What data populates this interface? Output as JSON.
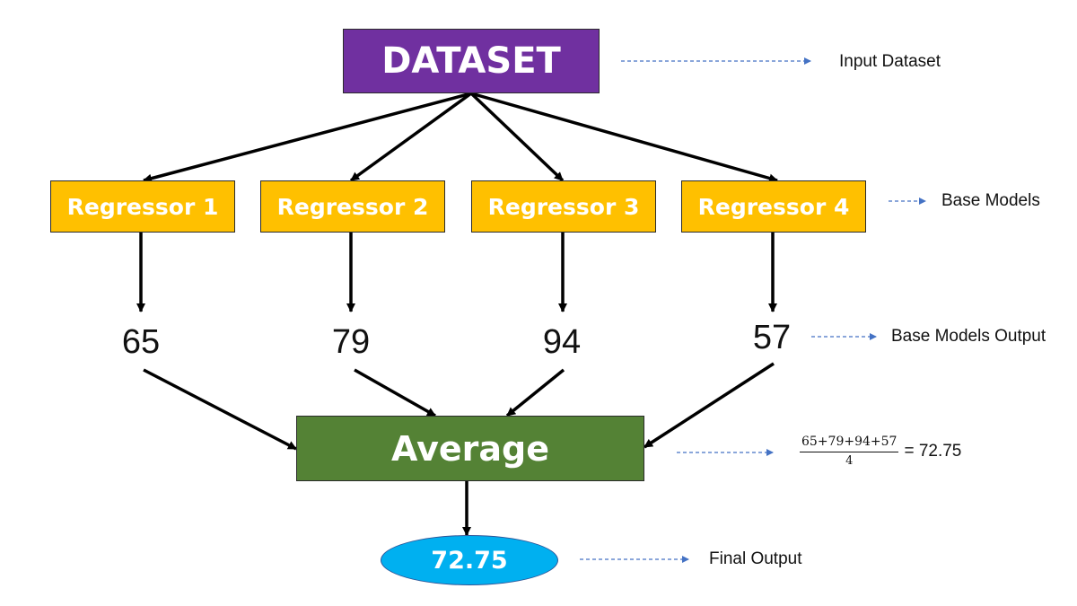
{
  "dataset": {
    "label": "DATASET"
  },
  "regressors": [
    {
      "label": "Regressor 1"
    },
    {
      "label": "Regressor 2"
    },
    {
      "label": "Regressor 3"
    },
    {
      "label": "Regressor 4"
    }
  ],
  "outputs": [
    "65",
    "79",
    "94",
    "57"
  ],
  "average": {
    "label": "Average"
  },
  "final": {
    "value": "72.75"
  },
  "side_labels": {
    "input": "Input Dataset",
    "base_models": "Base Models",
    "base_models_output": "Base Models Output",
    "final_output": "Final Output"
  },
  "formula": {
    "numerator": "65+79+94+57",
    "denominator": "4",
    "result": "= 72.75"
  },
  "colors": {
    "dataset": "#7030a0",
    "regressor": "#ffc000",
    "average": "#548235",
    "final": "#00b0f0",
    "dashed_arrow": "#4472c4"
  }
}
